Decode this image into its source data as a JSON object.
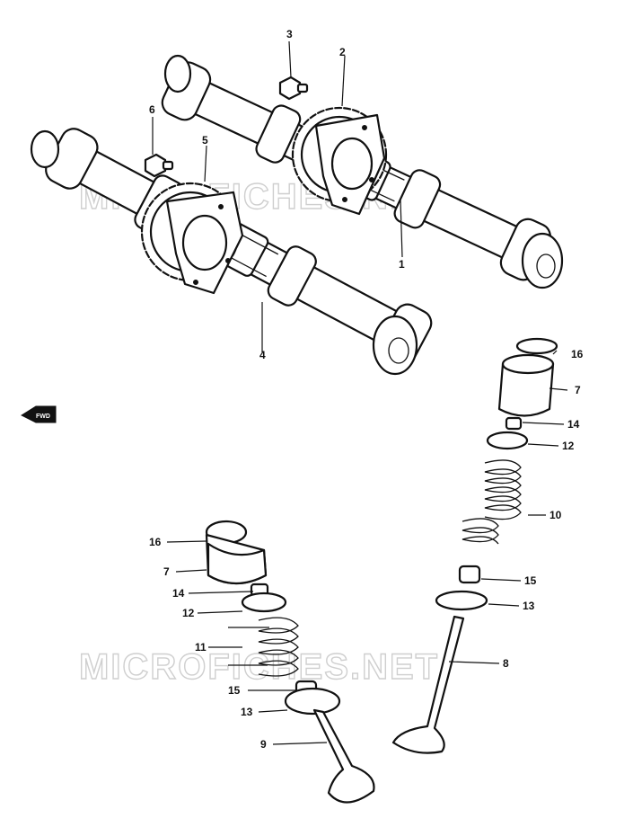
{
  "watermarks": [
    "MICROFICHES.NET",
    "MICROFICHES.NET"
  ],
  "direction_marker": "FWD",
  "callouts": [
    "1",
    "2",
    "3",
    "4",
    "5",
    "6",
    "7",
    "7",
    "8",
    "9",
    "10",
    "11",
    "12",
    "12",
    "13",
    "13",
    "14",
    "14",
    "15",
    "15",
    "16",
    "16"
  ]
}
